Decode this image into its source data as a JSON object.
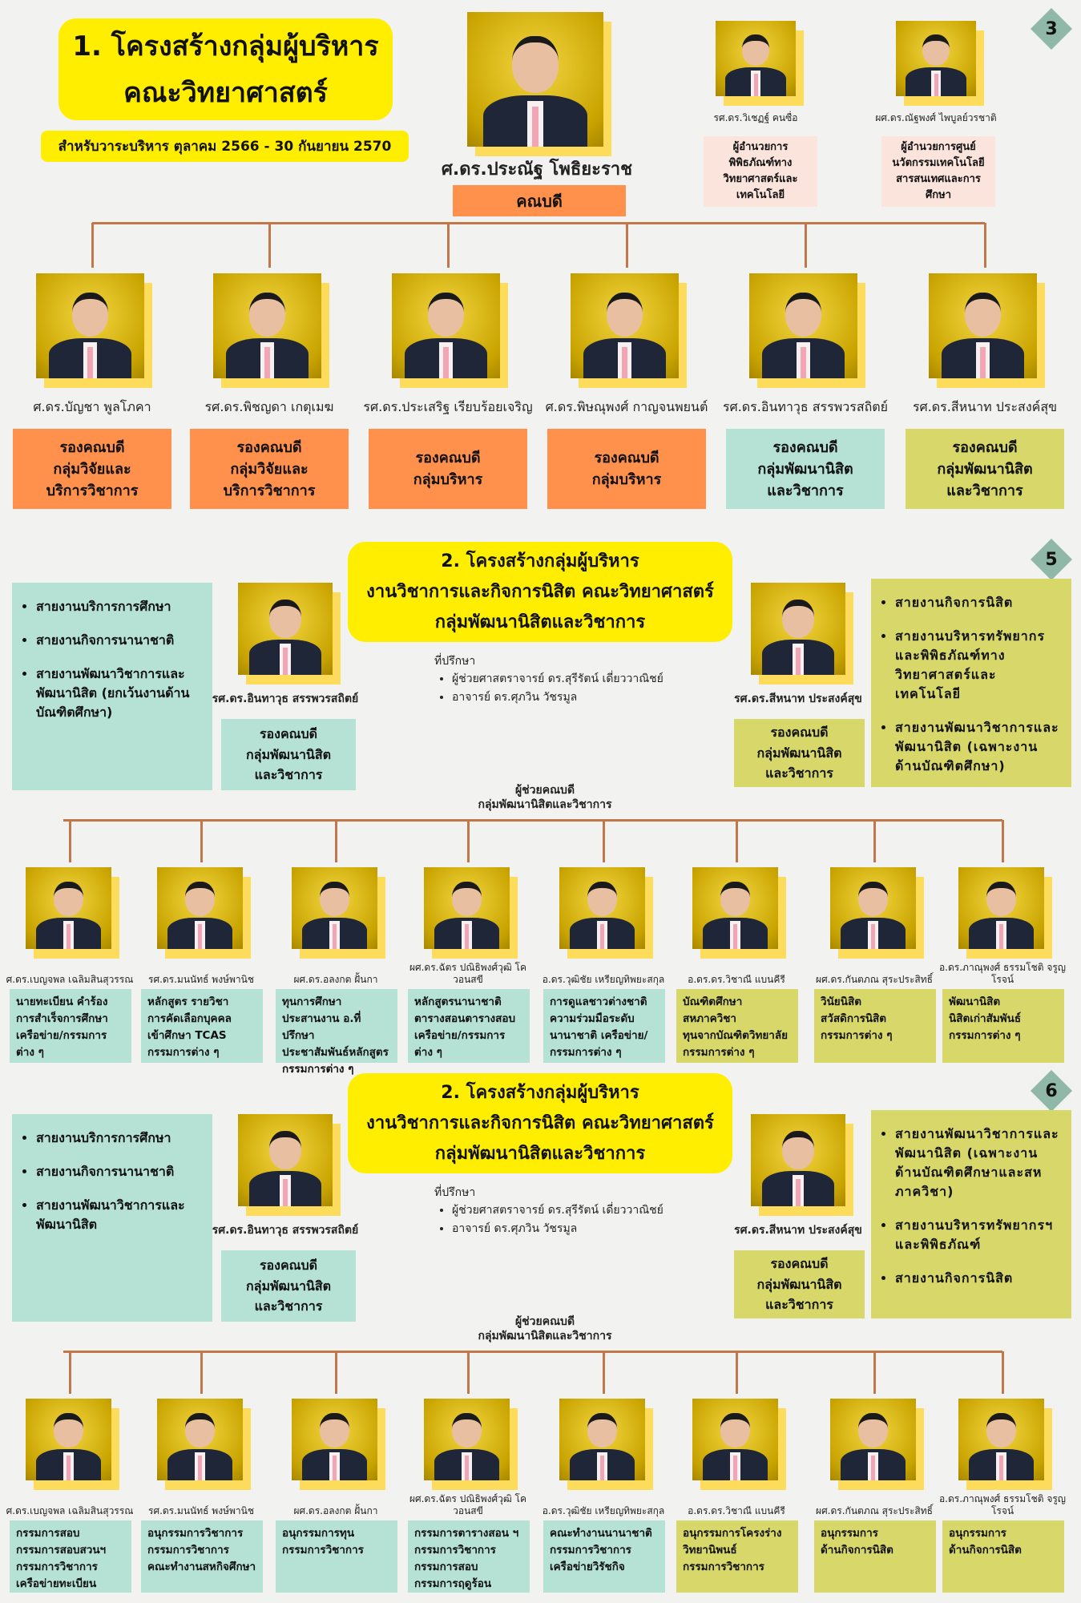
{
  "colors": {
    "orange": "#ff914d",
    "teal": "#b5e2d4",
    "olive": "#d8d86a",
    "pink": "#fbe4dc",
    "yellow": "#ffee00",
    "line": "#c0774a",
    "badge": "#8fb8a8"
  },
  "section1": {
    "badge": "3",
    "title_line1": "1. โครงสร้างกลุ่มผู้บริหาร",
    "title_line2": "คณะวิทยาศาสตร์",
    "term": "สำหรับวาระบริหาร ตุลาคม 2566 - 30 กันยายน 2570",
    "dean": {
      "name": "ศ.ดร.ประณัฐ โพธิยะราช",
      "role": "คณบดี"
    },
    "directors": [
      {
        "name": "รศ.ดร.วิเชฏฐ์ คนซื่อ",
        "role": "ผู้อำนวยการพิพิธภัณฑ์ทางวิทยาศาสตร์และเทคโนโลยี"
      },
      {
        "name": "ผศ.ดร.ณัฐพงศ์ ไพบูลย์วรชาติ",
        "role": "ผู้อำนวยการศูนย์นวัตกรรมเทคโนโลยีสารสนเทศและการศึกษา"
      }
    ],
    "deputies": [
      {
        "name": "ศ.ดร.บัญชา พูลโภคา",
        "role": [
          "รองคณบดี",
          "กลุ่มวิจัยและ",
          "บริการวิชาการ"
        ],
        "color": "orange"
      },
      {
        "name": "รศ.ดร.พิชญดา เกตุเมฆ",
        "role": [
          "รองคณบดี",
          "กลุ่มวิจัยและ",
          "บริการวิชาการ"
        ],
        "color": "orange"
      },
      {
        "name": "รศ.ดร.ประเสริฐ เรียบร้อยเจริญ",
        "role": [
          "รองคณบดี",
          "กลุ่มบริหาร"
        ],
        "color": "orange"
      },
      {
        "name": "ศ.ดร.พิษณุพงศ์ กาญจนพยนต์",
        "role": [
          "รองคณบดี",
          "กลุ่มบริหาร"
        ],
        "color": "orange"
      },
      {
        "name": "รศ.ดร.อินทาวุธ สรรพวรสถิตย์",
        "role": [
          "รองคณบดี",
          "กลุ่มพัฒนานิสิต",
          "และวิชาการ"
        ],
        "color": "teal"
      },
      {
        "name": "รศ.ดร.สีหนาท ประสงค์สุข",
        "role": [
          "รองคณบดี",
          "กลุ่มพัฒนานิสิต",
          "และวิชาการ"
        ],
        "color": "olive"
      }
    ]
  },
  "sections": [
    {
      "badge": "5",
      "title": [
        "2. โครงสร้างกลุ่มผู้บริหาร",
        "งานวิชาการและกิจการนิสิต คณะวิทยาศาสตร์",
        "กลุ่มพัฒนานิสิตและวิชาการ"
      ],
      "left_units": [
        "สายงานบริการการศึกษา",
        "สายงานกิจการนานาชาติ",
        "สายงานพัฒนาวิชาการและพัฒนานิสิต (ยกเว้นงานด้านบัณฑิตศึกษา)"
      ],
      "deputy_left": {
        "name": "รศ.ดร.อินทาวุธ สรรพวรสถิตย์",
        "role": [
          "รองคณบดี",
          "กลุ่มพัฒนานิสิต",
          "และวิชาการ"
        ]
      },
      "advisors": {
        "label": "ที่ปรึกษา",
        "items": [
          "ผู้ช่วยศาสตราจารย์ ดร.สุรีรัตน์ เดี่ยววาณิชย์",
          "อาจารย์ ดร.ศุภวิน วัชรมูล"
        ]
      },
      "deputy_right": {
        "name": "รศ.ดร.สีหนาท ประสงค์สุข",
        "role": [
          "รองคณบดี",
          "กลุ่มพัฒนานิสิต",
          "และวิชาการ"
        ]
      },
      "right_units": [
        "สายงานกิจการนิสิต",
        "สายงานบริหารทรัพยากรและพิพิธภัณฑ์ทางวิทยาศาสตร์และเทคโนโลยี",
        "สายงานพัฒนาวิชาการและพัฒนานิสิต (เฉพาะงานด้านบัณฑิตศึกษา)"
      ],
      "assistants_label": [
        "ผู้ช่วยคณบดี",
        "กลุ่มพัฒนานิสิตและวิชาการ"
      ],
      "assistants": [
        {
          "name": "ศ.ดร.เบญจพล เฉลิมสินสุวรรณ",
          "duties": [
            "นายทะเบียน คำร้อง",
            "การสำเร็จการศึกษา",
            "เครือข่าย/กรรมการ",
            "ต่าง ๆ"
          ],
          "color": "teal"
        },
        {
          "name": "รศ.ดร.มนนัทธ์ พงษ์พานิช",
          "duties": [
            "หลักสูตร รายวิชา",
            "การคัดเลือกบุคคล",
            "เข้าศึกษา TCAS",
            "กรรมการต่าง ๆ"
          ],
          "color": "teal"
        },
        {
          "name": "ผศ.ดร.อลงกต ฝั้นกา",
          "duties": [
            "ทุนการศึกษา",
            "ประสานงาน อ.ที่ปรึกษา",
            "ประชาสัมพันธ์หลักสูตร",
            "กรรมการต่าง ๆ"
          ],
          "color": "teal"
        },
        {
          "name": "ผศ.ดร.ฉัตร ปณิธิพงศ์วุฒิ โควอนสขี",
          "duties": [
            "หลักสูตรนานาชาติ",
            "ตารางสอนตารางสอบ",
            "เครือข่าย/กรรมการ",
            "ต่าง ๆ"
          ],
          "color": "teal"
        },
        {
          "name": "อ.ดร.วุฒิชัย เหรียญทิพยะสกุล",
          "duties": [
            "การดูแลชาวต่างชาติ",
            "ความร่วมมือระดับ",
            "นานาชาติ เครือข่าย/",
            "กรรมการต่าง ๆ"
          ],
          "color": "teal"
        },
        {
          "name": "อ.ดร.ดร.วิชาณี แบนคีรี",
          "duties": [
            "บัณฑิตศึกษา",
            "สหภาควิชา",
            "ทุนจากบัณฑิตวิทยาลัย",
            "กรรมการต่าง ๆ"
          ],
          "color": "olive"
        },
        {
          "name": "ผศ.ดร.กันตภณ สุระประสิทธิ์",
          "duties": [
            "วินัยนิสิต",
            "สวัสดิการนิสิต",
            "กรรมการต่าง ๆ"
          ],
          "color": "olive"
        },
        {
          "name": "อ.ดร.ภาณุพงศ์ ธรรมโชติ จรูญโรจน์",
          "duties": [
            "พัฒนานิสิต",
            "นิสิตเก่าสัมพันธ์",
            "กรรมการต่าง ๆ"
          ],
          "color": "olive"
        }
      ]
    },
    {
      "badge": "6",
      "title": [
        "2. โครงสร้างกลุ่มผู้บริหาร",
        "งานวิชาการและกิจการนิสิต คณะวิทยาศาสตร์",
        "กลุ่มพัฒนานิสิตและวิชาการ"
      ],
      "left_units": [
        "สายงานบริการการศึกษา",
        "สายงานกิจการนานาชาติ",
        "สายงานพัฒนาวิชาการและพัฒนานิสิต"
      ],
      "deputy_left": {
        "name": "รศ.ดร.อินทาวุธ สรรพวรสถิตย์",
        "role": [
          "รองคณบดี",
          "กลุ่มพัฒนานิสิต",
          "และวิชาการ"
        ]
      },
      "advisors": {
        "label": "ที่ปรึกษา",
        "items": [
          "ผู้ช่วยศาสตราจารย์ ดร.สุรีรัตน์ เดี่ยววาณิชย์",
          "อาจารย์ ดร.ศุภวิน วัชรมูล"
        ]
      },
      "deputy_right": {
        "name": "รศ.ดร.สีหนาท ประสงค์สุข",
        "role": [
          "รองคณบดี",
          "กลุ่มพัฒนานิสิต",
          "และวิชาการ"
        ]
      },
      "right_units": [
        "สายงานพัฒนาวิชาการและพัฒนานิสิต (เฉพาะงานด้านบัณฑิตศึกษาและสหภาควิชา)",
        "สายงานบริหารทรัพยากรฯ และพิพิธภัณฑ์",
        "สายงานกิจการนิสิต"
      ],
      "assistants_label": [
        "ผู้ช่วยคณบดี",
        "กลุ่มพัฒนานิสิตและวิชาการ"
      ],
      "assistants": [
        {
          "name": "ศ.ดร.เบญจพล เฉลิมสินสุวรรณ",
          "duties": [
            "กรรมการสอบ",
            "กรรมการสอบสวนฯ",
            "กรรมการวิชาการ",
            "เครือข่ายทะเบียน"
          ],
          "color": "teal"
        },
        {
          "name": "รศ.ดร.มนนัทธ์ พงษ์พานิช",
          "duties": [
            "อนุกรรมการวิชาการ",
            "กรรมการวิชาการ",
            "คณะทำงานสหกิจศึกษา"
          ],
          "color": "teal"
        },
        {
          "name": "ผศ.ดร.อลงกต ฝั้นกา",
          "duties": [
            "อนุกรรมการทุน",
            "กรรมการวิชาการ"
          ],
          "color": "teal"
        },
        {
          "name": "ผศ.ดร.ฉัตร ปณิธิพงศ์วุฒิ โควอนสขี",
          "duties": [
            "กรรมการตารางสอน ฯ",
            "กรรมการวิชาการ",
            "กรรมการสอบ",
            "กรรมการฤดูร้อน"
          ],
          "color": "teal"
        },
        {
          "name": "อ.ดร.วุฒิชัย เหรียญทิพยะสกุล",
          "duties": [
            "คณะทำงานนานาชาติ",
            "กรรมการวิชาการ",
            "เครือข่ายวิรัชกิจ"
          ],
          "color": "teal"
        },
        {
          "name": "อ.ดร.ดร.วิชาณี แบนคีรี",
          "duties": [
            "อนุกรรมการโครงร่าง",
            "วิทยานิพนธ์",
            "กรรมการวิชาการ"
          ],
          "color": "olive"
        },
        {
          "name": "ผศ.ดร.กันตภณ สุระประสิทธิ์",
          "duties": [
            "อนุกรรมการ",
            "ด้านกิจการนิสิต"
          ],
          "color": "olive"
        },
        {
          "name": "อ.ดร.ภาณุพงศ์ ธรรมโชติ จรูญโรจน์",
          "duties": [
            "อนุกรรมการ",
            "ด้านกิจการนิสิต"
          ],
          "color": "olive"
        }
      ]
    }
  ]
}
